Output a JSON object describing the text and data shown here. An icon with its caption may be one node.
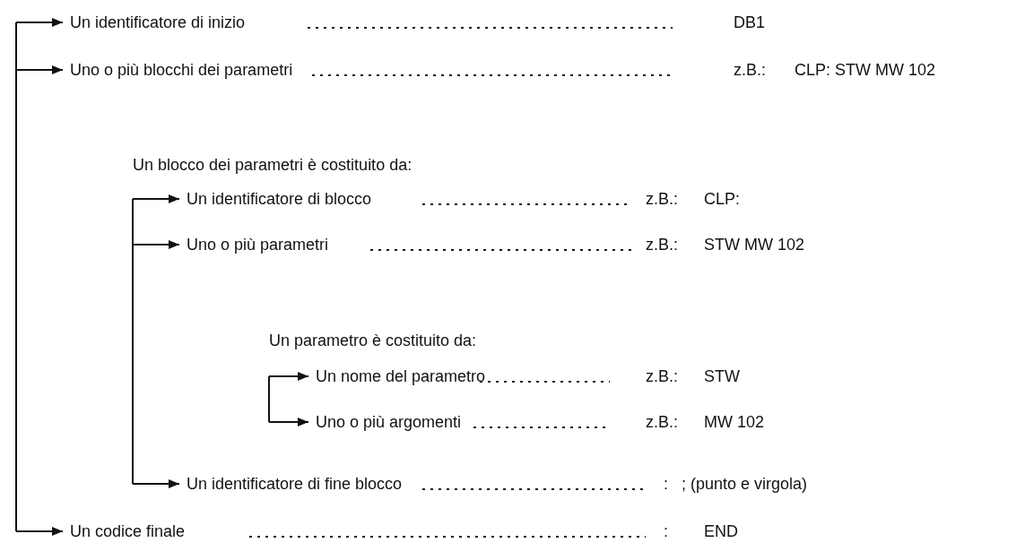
{
  "diagram": {
    "nodes": [
      {
        "text": [
          "Un identificatore di inizio"
        ],
        "beside": [
          "DB1"
        ]
      },
      {
        "text": [
          "Uno o più blocchi dei parametri"
        ],
        "beside": [
          "z.B.:",
          "CLP: STW MW 102"
        ]
      },
      {
        "text": [
          "Un identificatore di blocco"
        ],
        "beside": [
          "z.B.:",
          "CLP:"
        ]
      },
      {
        "text": [
          "Uno o più parametri"
        ],
        "beside": [
          "z.B.:",
          "STW MW 102"
        ]
      },
      {
        "text": [
          "Un nome del parametro"
        ],
        "beside": [
          "z.B.:",
          "STW"
        ]
      },
      {
        "text": [
          "Uno o più argomenti"
        ],
        "beside": [
          "z.B.:",
          "MW 102"
        ]
      },
      {
        "text": [
          "Un identificatore di fine blocco"
        ],
        "beside": [
          ":",
          "; (punto e virgola)"
        ]
      },
      {
        "text": [
          "Un codice finale"
        ],
        "beside": [
          ":",
          "END"
        ]
      }
    ],
    "edges": [
      {
        "from": null,
        "to": 0,
        "arrow": "to"
      },
      {
        "from": null,
        "to": 1,
        "arrow": "to"
      },
      {
        "from": null,
        "to": 2,
        "arrow": "to"
      },
      {
        "from": null,
        "to": 3,
        "arrow": "to"
      },
      {
        "from": null,
        "to": 4,
        "arrow": "to"
      },
      {
        "from": null,
        "to": 5,
        "arrow": "to"
      },
      {
        "from": null,
        "to": 6,
        "arrow": "to"
      },
      {
        "from": null,
        "to": 7,
        "arrow": "to"
      }
    ],
    "labels": [
      "Un blocco dei parametri è costituito da:",
      "Un parametro è costituito da:"
    ]
  }
}
